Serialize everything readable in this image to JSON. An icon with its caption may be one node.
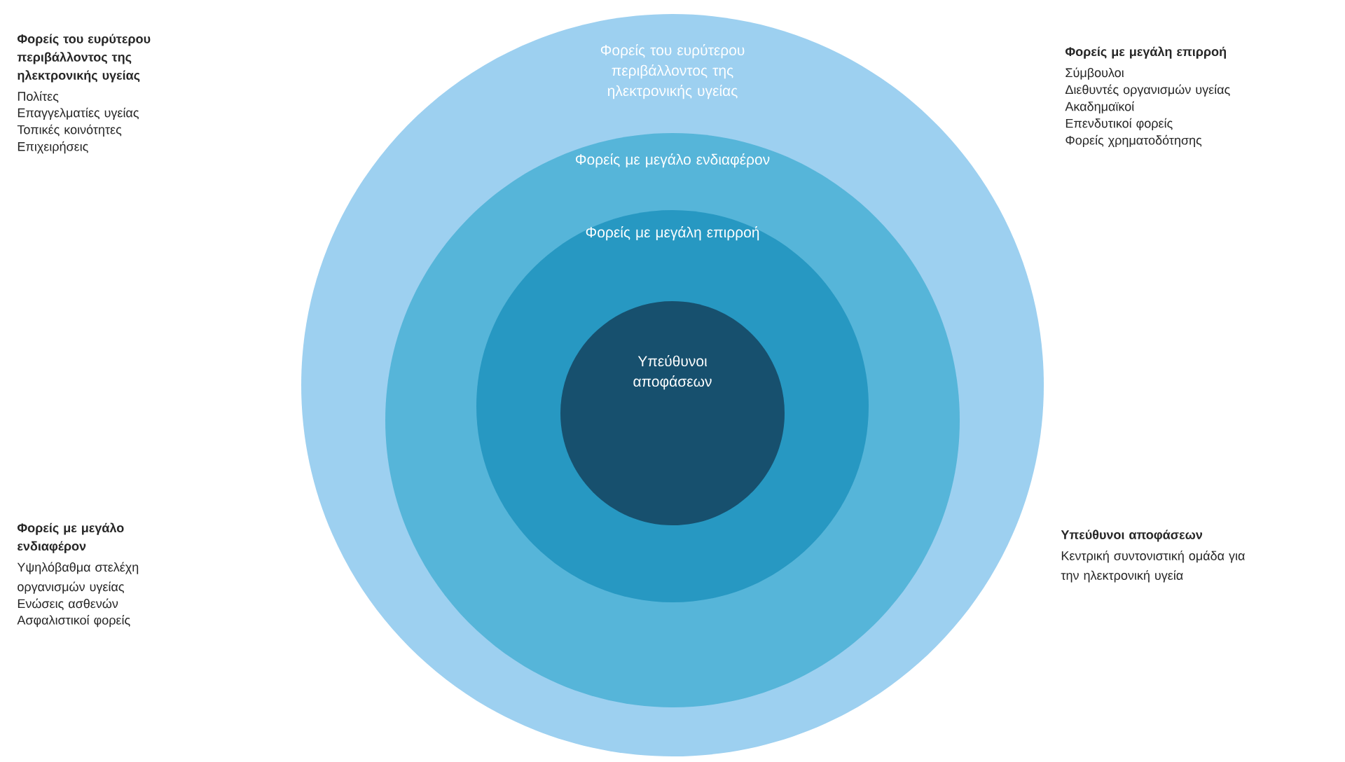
{
  "diagram": {
    "nodes": [
      {
        "text": [
          "Φορείς του ευρύτερου περιβάλλοντος της ηλεκτρονικής υγείας"
        ]
      },
      {
        "text": [
          "Φορείς με μεγάλο ενδιαφέρον"
        ],
        "in": 0
      },
      {
        "text": [
          "Φορείς με μεγάλη επιρροή"
        ],
        "in": 1
      },
      {
        "text": [
          "Υπεύθυνοι αποφάσεων"
        ],
        "in": 2
      }
    ],
    "labels": [
      "Φορείς του ευρύτερου περιβάλλοντος της ηλεκτρονικής υγείας",
      "Πολίτες",
      "Επαγγελματίες υγείας",
      "Τοπικές κοινότητες",
      "Επιχειρήσεις",
      "Φορείς με μεγάλη επιρροή",
      "Σύμβουλοι",
      "Διεθυντές οργανισμών υγείας",
      "Ακαδημαϊκοί",
      "Επενδυτικοί φορείς",
      "Φορείς χρηματοδότησης",
      "Φορείς με μεγάλο ενδιαφέρον",
      "Υψηλόβαθμα στελέχη οργανισμών υγείας",
      "Ενώσεις ασθενών",
      "Ασφαλιστικοί φορείς",
      "Υπεύθυνοι αποφάσεων",
      "Κεντρική συντονιστική ομάδα για την ηλεκτρονική υγεία"
    ]
  }
}
